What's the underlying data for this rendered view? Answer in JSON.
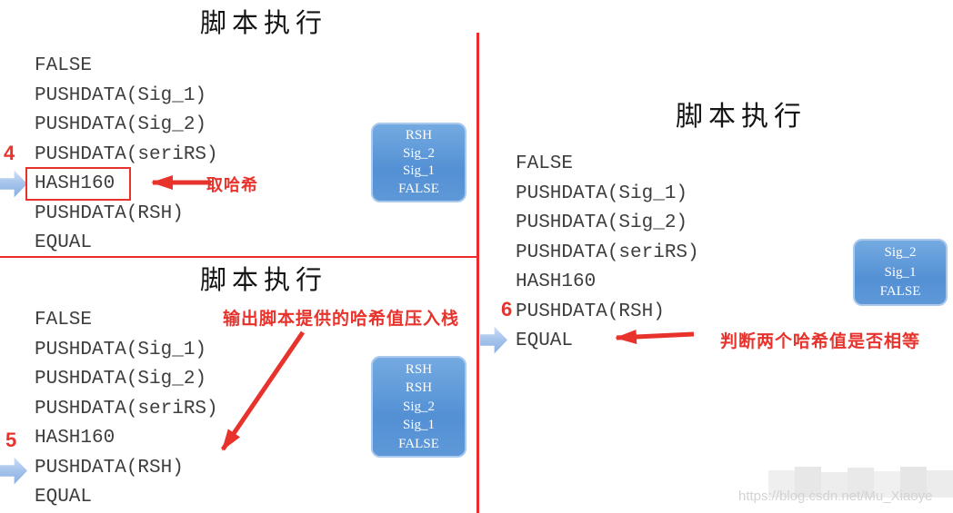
{
  "panels": {
    "step4": {
      "title": "脚本执行",
      "script": [
        "FALSE",
        "PUSHDATA(Sig_1)",
        "PUSHDATA(Sig_2)",
        "PUSHDATA(seriRS)",
        "HASH160",
        "PUSHDATA(RSH)",
        "EQUAL"
      ],
      "step_number": "4",
      "highlighted_line": "HASH160",
      "annotation": "取哈希",
      "stack": [
        "RSH",
        "Sig_2",
        "Sig_1",
        "FALSE"
      ]
    },
    "step5": {
      "title": "脚本执行",
      "script": [
        "FALSE",
        "PUSHDATA(Sig_1)",
        "PUSHDATA(Sig_2)",
        "PUSHDATA(seriRS)",
        "HASH160",
        "PUSHDATA(RSH)",
        "EQUAL"
      ],
      "step_number": "5",
      "current_line": "PUSHDATA(RSH)",
      "annotation": "输出脚本提供的哈希值压入栈",
      "stack": [
        "RSH",
        "RSH",
        "Sig_2",
        "Sig_1",
        "FALSE"
      ]
    },
    "step6": {
      "title": "脚本执行",
      "script": [
        "FALSE",
        "PUSHDATA(Sig_1)",
        "PUSHDATA(Sig_2)",
        "PUSHDATA(seriRS)",
        "HASH160",
        "PUSHDATA(RSH)",
        "EQUAL"
      ],
      "step_number": "6",
      "current_line": "EQUAL",
      "annotation": "判断两个哈希值是否相等",
      "stack": [
        "Sig_2",
        "Sig_1",
        "FALSE"
      ]
    }
  },
  "watermark": "https://blog.csdn.net/Mu_Xiaoye",
  "colors": {
    "accent_red": "#e8322c",
    "divider_red": "#ee2b2b",
    "stack_blue": "#5390d4",
    "stack_border_blue": "#abc9ec",
    "pointer_arrow_blue": "#a7c5ec",
    "script_text": "#3d3d3d",
    "stack_text": "#ffffff",
    "watermark_gray": "#d3d3d3"
  }
}
